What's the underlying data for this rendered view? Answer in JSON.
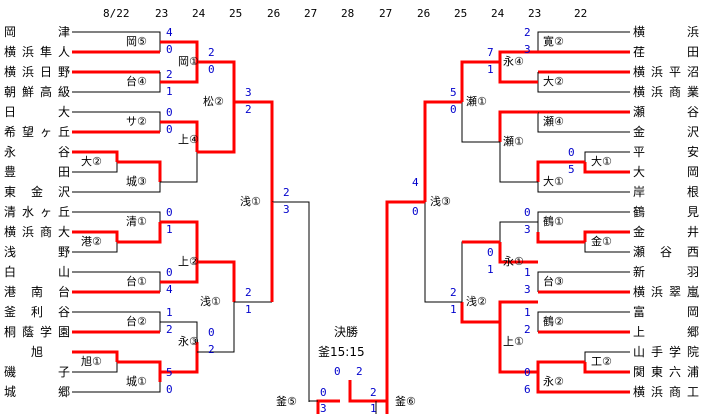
{
  "dates": [
    "8/22",
    "23",
    "24",
    "25",
    "26",
    "27",
    "28",
    "27",
    "26",
    "25",
    "24",
    "23",
    "22"
  ],
  "left_teams": [
    "岡　　津",
    "横浜隼人",
    "横浜日野",
    "朝鮮高級",
    "日　　大",
    "希望ヶ丘",
    "永　　谷",
    "豊　　田",
    "東 金 沢",
    "清水ヶ丘",
    "横浜商大",
    "浅　　野",
    "白　　山",
    "港 南 台",
    "釜 利 谷",
    "桐蔭学園",
    "旭",
    "磯　　子",
    "城　　郷"
  ],
  "right_teams": [
    "横　　浜",
    "荏　　田",
    "横浜平沼",
    "横浜商業",
    "瀬　　谷",
    "金　　沢",
    "平　　安",
    "大　　岡",
    "岸　　根",
    "鶴　　見",
    "金　　井",
    "瀬 谷 西",
    "新　　羽",
    "横浜翠嵐",
    "富　　岡",
    "上　　郷",
    "山手学院",
    "関東六浦",
    "横浜商工"
  ],
  "left_labels": {
    "r1_1": "岡⑤",
    "r1_2": "台④",
    "r1_3": "サ②",
    "r0_1": "大②",
    "r1_4": "城③",
    "r1_5": "清①",
    "r0_2": "港②",
    "r1_6": "台①",
    "r1_7": "台②",
    "r0_3": "旭①",
    "r1_8": "城①",
    "r2_1": "岡①",
    "r2_2": "上④",
    "r2_3": "上②",
    "r2_4": "永③",
    "r3_1": "松②",
    "r3_2": "浅①",
    "r4_1": "浅①",
    "semi": "釜⑤"
  },
  "right_labels": {
    "r1_1": "寛②",
    "r1_2": "大②",
    "r1_3": "瀬④",
    "r0_1": "大①",
    "r1_4": "大①",
    "r1_5": "鶴①",
    "r0_2": "金①",
    "r1_6": "台③",
    "r1_7": "鶴②",
    "r0_3": "工②",
    "r1_8": "永②",
    "r2_1": "永④",
    "r2_2": "瀬①",
    "r2_3": "永①",
    "r2_4": "上①",
    "r3_1": "瀬①",
    "r3_2": "浅②",
    "r4_1": "浅③",
    "semi": "釜⑥"
  },
  "final": {
    "title": "決勝",
    "venue": "釜15:15",
    "score_left": "0",
    "score_right": "2"
  },
  "scores": {
    "l_r1_1": [
      "4",
      "0"
    ],
    "l_r1_2": [
      "2",
      "1"
    ],
    "l_r1_3": [
      "0",
      "0"
    ],
    "l_r1_5": [
      "0",
      "1"
    ],
    "l_r1_6": [
      "0",
      "4"
    ],
    "l_r1_7": [
      "1",
      "2"
    ],
    "l_r1_8": [
      "5",
      "0"
    ],
    "l_r2_1": [
      "2",
      "0"
    ],
    "l_r2_3": [
      "0",
      "2"
    ],
    "l_r3_1": [
      "3",
      "2"
    ],
    "l_r3_2": [
      "2",
      "1"
    ],
    "l_r4": [
      "2",
      "3"
    ],
    "l_semi": [
      "0",
      "3"
    ],
    "r_r1_1": [
      "2",
      "3"
    ],
    "r_r0_1": [
      "0",
      "5"
    ],
    "r_r1_5": [
      "0",
      "3"
    ],
    "r_r1_6": [
      "1",
      "3"
    ],
    "r_r1_7": [
      "1",
      "2"
    ],
    "r_r1_8": [
      "0",
      "6"
    ],
    "r_r2_1": [
      "7",
      "1"
    ],
    "r_r2_3": [
      "0",
      "1"
    ],
    "r_r3_1": [
      "5",
      "0"
    ],
    "r_r3_2": [
      "2",
      "1"
    ],
    "r_r4": [
      "4",
      "0"
    ],
    "r_semi": [
      "2",
      "1"
    ]
  },
  "colors": {
    "win": "#ff0000",
    "line": "#000000",
    "score": "#0000cc"
  }
}
